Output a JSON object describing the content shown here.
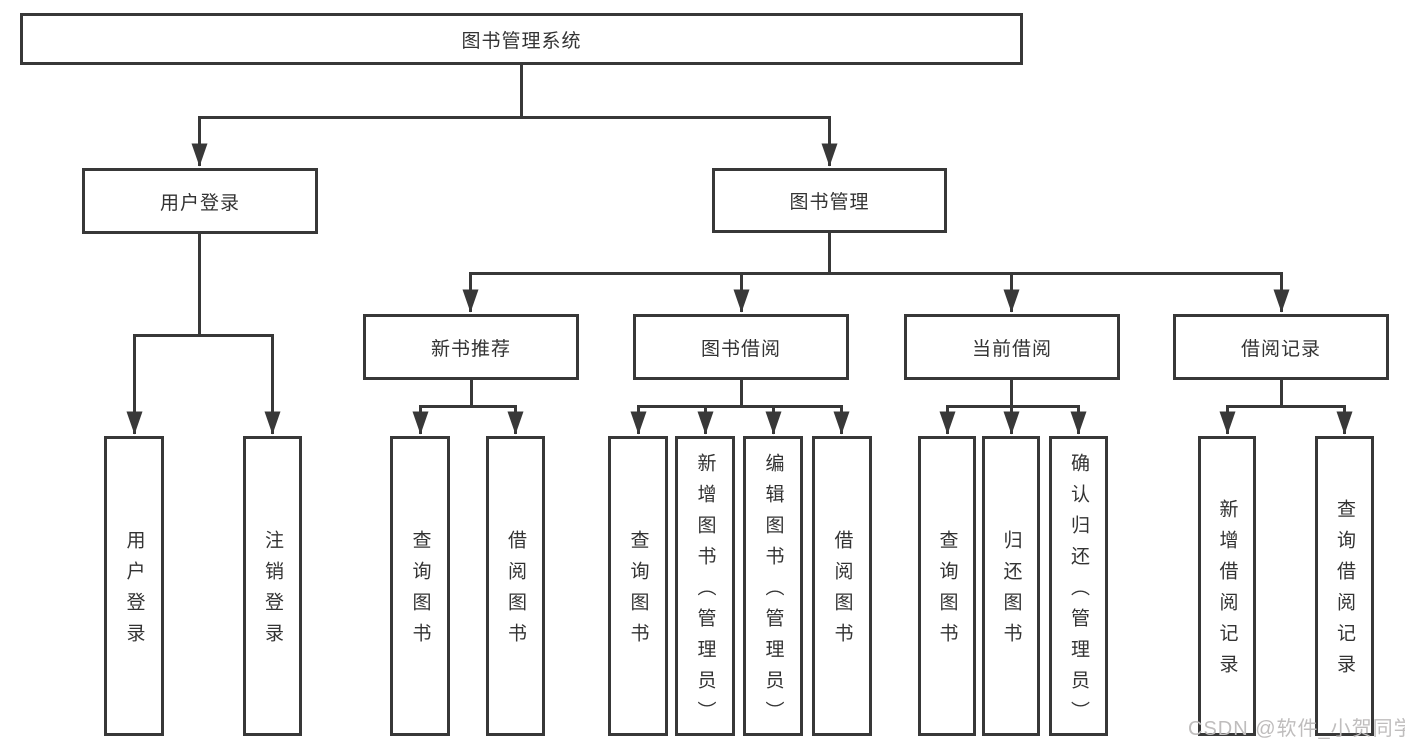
{
  "colors": {
    "line": "#383838",
    "box_border": "#383838",
    "text": "#333333",
    "background": "#ffffff",
    "watermark": "#bfbdbd"
  },
  "watermark": {
    "text": "CSDN @软件_小贺同学"
  },
  "tree": {
    "label": "图书管理系统",
    "children": [
      {
        "label": "用户登录",
        "children": [
          {
            "label": "用户登录"
          },
          {
            "label": "注销登录"
          }
        ]
      },
      {
        "label": "图书管理",
        "children": [
          {
            "label": "新书推荐",
            "children": [
              {
                "label": "查询图书"
              },
              {
                "label": "借阅图书"
              }
            ]
          },
          {
            "label": "图书借阅",
            "children": [
              {
                "label": "查询图书"
              },
              {
                "label": "新增图书（管理员）"
              },
              {
                "label": "编辑图书（管理员）"
              },
              {
                "label": "借阅图书"
              }
            ]
          },
          {
            "label": "当前借阅",
            "children": [
              {
                "label": "查询图书"
              },
              {
                "label": "归还图书"
              },
              {
                "label": "确认归还（管理员）"
              }
            ]
          },
          {
            "label": "借阅记录",
            "children": [
              {
                "label": "新增借阅记录"
              },
              {
                "label": "查询借阅记录"
              }
            ]
          }
        ]
      }
    ]
  }
}
